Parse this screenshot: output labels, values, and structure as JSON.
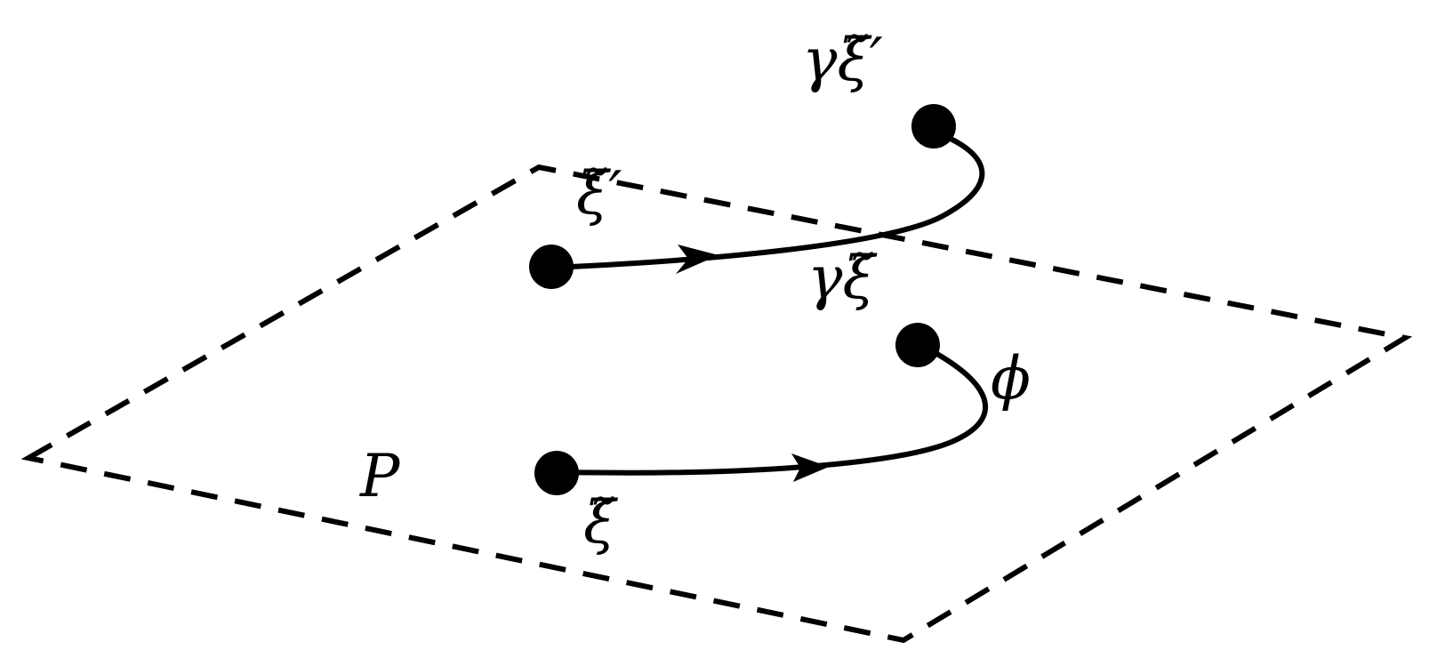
{
  "diagram": {
    "colors": {
      "ink": "#000000",
      "background": "#ffffff"
    },
    "plane": {
      "label": "P"
    },
    "points": {
      "xi": {
        "label": "ξ̃"
      },
      "xi_prime": {
        "label": "ξ̃′"
      },
      "gamma_xi": {
        "label": "γξ̃"
      },
      "gamma_xi_prime": {
        "label": "γξ̃′"
      }
    },
    "paths": {
      "lower": {
        "label": "ϕ"
      },
      "upper": {
        "label": ""
      }
    }
  }
}
